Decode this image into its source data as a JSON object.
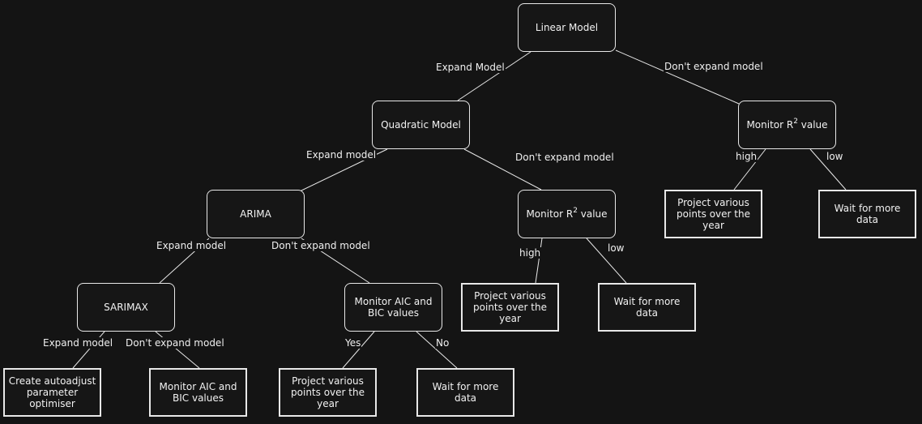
{
  "nodes": {
    "linear": "Linear Model",
    "quadratic": "Quadratic Model",
    "monitor_r2_right": {
      "prefix": "Monitor R",
      "sup": "2",
      "suffix": " value"
    },
    "arima": "ARIMA",
    "monitor_r2_mid": {
      "prefix": "Monitor R",
      "sup": "2",
      "suffix": " value"
    },
    "project_right": "Project various points over the year",
    "wait_right": "Wait for more data",
    "sarimax": "SARIMAX",
    "monitor_aic_bic_arima": "Monitor AIC and BIC values",
    "project_mid": "Project various points over the year",
    "wait_mid": "Wait for more data",
    "autoadjust": "Create autoadjust parameter optimiser",
    "monitor_aic_bic_sarimax": "Monitor AIC and BIC values",
    "project_left": "Project various points over the year",
    "wait_left": "Wait for more data"
  },
  "edges": {
    "linear_expand": "Expand Model",
    "linear_dont": "Don't expand model",
    "quadratic_expand": "Expand model",
    "quadratic_dont": "Don't expand model",
    "r2_right_high": "high",
    "r2_right_low": "low",
    "arima_expand": "Expand model",
    "arima_dont": "Don't expand model",
    "r2_mid_high": "high",
    "r2_mid_low": "low",
    "sarimax_expand": "Expand model",
    "sarimax_dont": "Don't expand model",
    "aic_yes": "Yes",
    "aic_no": "No"
  },
  "colors": {
    "background": "#141414",
    "stroke": "#e8e8e8",
    "text": "#f0f0f0"
  }
}
